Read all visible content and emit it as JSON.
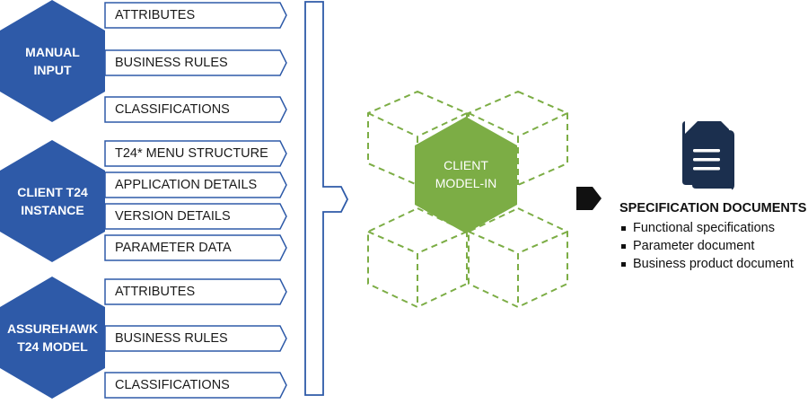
{
  "groups": [
    {
      "label": "MANUAL\nINPUT",
      "items": [
        "ATTRIBUTES",
        "BUSINESS RULES",
        "CLASSIFICATIONS"
      ]
    },
    {
      "label": "CLIENT T24\nINSTANCE",
      "items": [
        "T24* MENU STRUCTURE",
        "APPLICATION DETAILS",
        "VERSION DETAILS",
        "PARAMETER DATA"
      ]
    },
    {
      "label": "ASSUREHAWK\nT24 MODEL",
      "items": [
        "ATTRIBUTES",
        "BUSINESS RULES",
        "CLASSIFICATIONS"
      ]
    }
  ],
  "center": {
    "label": "CLIENT\nMODEL-IN"
  },
  "output": {
    "icon": "document-stack-icon",
    "title": "SPECIFICATION DOCUMENTS",
    "items": [
      "Functional specifications",
      "Parameter document",
      "Business product document"
    ]
  },
  "colors": {
    "blue": "#2e5aa8",
    "tab_border": "#2e5aa8",
    "green": "#7cad45",
    "green_dash": "#7cad45",
    "doc": "#1b2f4e",
    "arrow": "#111111"
  }
}
